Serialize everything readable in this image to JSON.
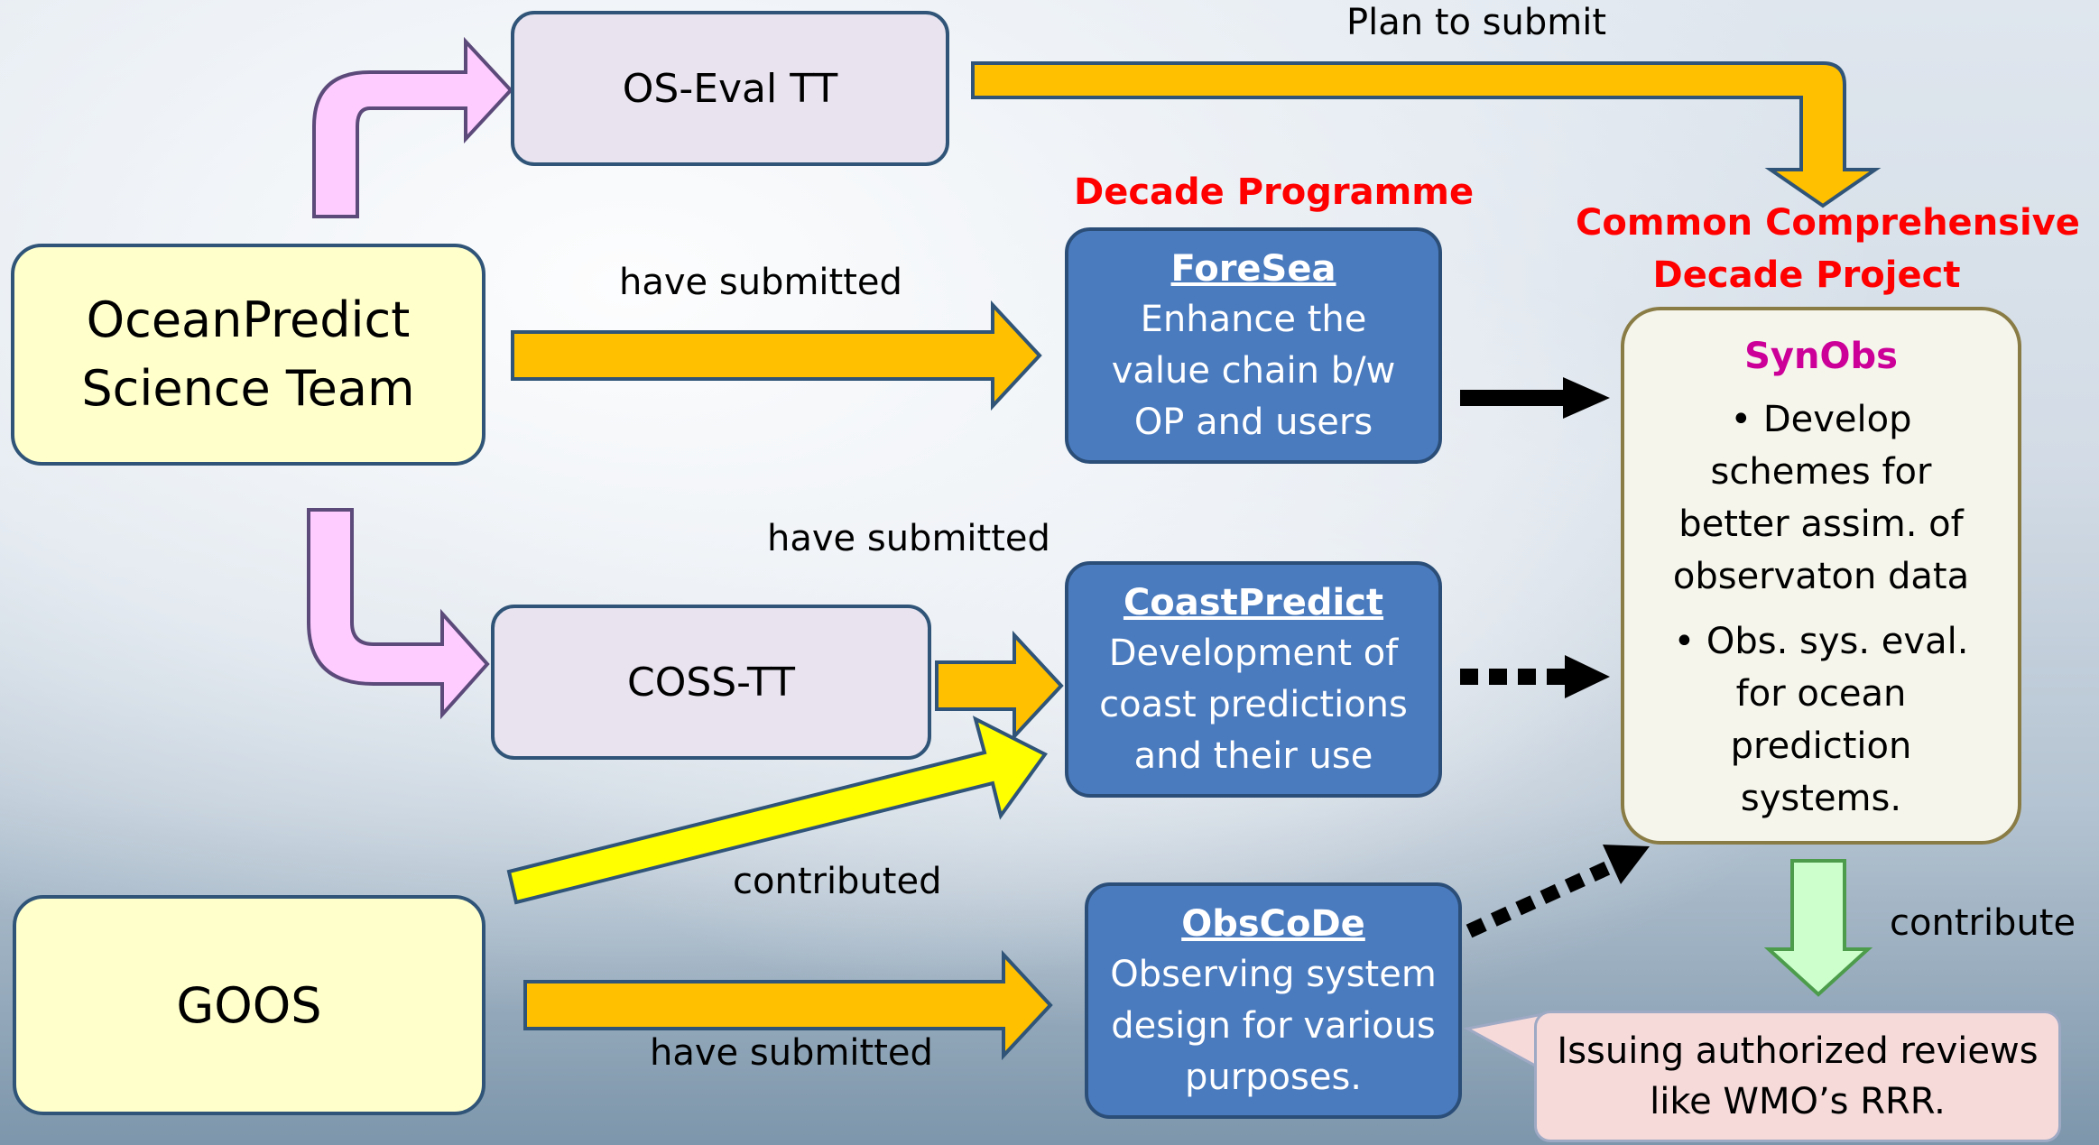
{
  "colors": {
    "orange_arrow": "#ffc000",
    "pink_arrow": "#ffccff",
    "yellow_arrow": "#ffff00",
    "green_arrow": "#ccffcc",
    "blue_box": "#4a7bbf",
    "red_heading": "#ff0000",
    "synobs_title": "#cc0099"
  },
  "boxes": {
    "oceanpredict": {
      "line1": "OceanPredict",
      "line2": "Science Team"
    },
    "goos": {
      "label": "GOOS"
    },
    "os_eval": {
      "label": "OS-Eval TT"
    },
    "coss": {
      "label": "COSS-TT"
    },
    "foresea": {
      "title": "ForeSea",
      "lines": [
        "Enhance the",
        "value chain b/w",
        "OP and users"
      ]
    },
    "coastpredict": {
      "title": "CoastPredict",
      "lines": [
        "Development of",
        "coast predictions",
        "and their use"
      ]
    },
    "obscode": {
      "title": "ObsCoDe",
      "lines": [
        "Observing system",
        "design for various",
        "purposes."
      ]
    },
    "synobs": {
      "title": "SynObs",
      "bullet1": [
        "Develop",
        "schemes for",
        "better assim. of",
        "observaton data"
      ],
      "bullet2": [
        "Obs. sys. eval.",
        "for ocean",
        "prediction",
        "systems."
      ]
    },
    "callout": {
      "lines": [
        "Issuing authorized reviews",
        "like WMO’s RRR."
      ]
    }
  },
  "headings": {
    "decade_programme": "Decade Programme",
    "common_project_line1": "Common Comprehensive",
    "common_project_line2": "Decade Project"
  },
  "labels": {
    "plan_to_submit": "Plan to submit",
    "have_submitted_1": "have submitted",
    "have_submitted_2": "have submitted",
    "have_submitted_3": "have submitted",
    "contributed": "contributed",
    "contribute": "contribute"
  }
}
